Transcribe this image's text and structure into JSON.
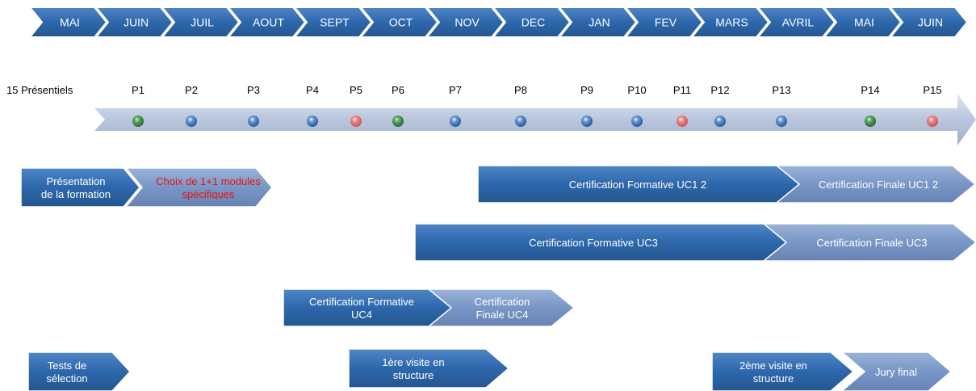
{
  "months": [
    "MAI",
    "JUIN",
    "JUIL",
    "AOUT",
    "SEPT",
    "OCT",
    "NOV",
    "DEC",
    "JAN",
    "FEV",
    "MARS",
    "AVRIL",
    "MAI",
    "JUIN"
  ],
  "sessions_label": "15 Présentiels",
  "sessions": [
    {
      "label": "P1",
      "color": "green"
    },
    {
      "label": "P2",
      "color": "blue"
    },
    {
      "label": "P3",
      "color": "blue"
    },
    {
      "label": "P4",
      "color": "blue"
    },
    {
      "label": "P5",
      "color": "red"
    },
    {
      "label": "P6",
      "color": "green"
    },
    {
      "label": "P7",
      "color": "blue"
    },
    {
      "label": "P8",
      "color": "blue"
    },
    {
      "label": "P9",
      "color": "blue"
    },
    {
      "label": "P10",
      "color": "blue"
    },
    {
      "label": "P11",
      "color": "red"
    },
    {
      "label": "P12",
      "color": "blue"
    },
    {
      "label": "P13",
      "color": "blue"
    },
    {
      "label": "P14",
      "color": "green"
    },
    {
      "label": "P15",
      "color": "red"
    }
  ],
  "bars": [
    {
      "key": "presentation",
      "lines": [
        "Présentation",
        "de la formation"
      ],
      "variant": "dark",
      "shape": "arrow"
    },
    {
      "key": "choix",
      "lines": [
        "Choix de 1+1 modules",
        "spécifiques"
      ],
      "variant": "light",
      "shape": "chevron",
      "text_color": "#ee1111"
    },
    {
      "key": "cert-form-uc12",
      "lines": [
        "Certification Formative UC1 2"
      ],
      "variant": "dark",
      "shape": "arrow"
    },
    {
      "key": "cert-fin-uc12",
      "lines": [
        "Certification Finale UC1 2"
      ],
      "variant": "light",
      "shape": "chevron"
    },
    {
      "key": "cert-form-uc3",
      "lines": [
        "Certification Formative UC3"
      ],
      "variant": "dark",
      "shape": "arrow"
    },
    {
      "key": "cert-fin-uc3",
      "lines": [
        "Certification Finale UC3"
      ],
      "variant": "light",
      "shape": "chevron"
    },
    {
      "key": "cert-form-uc4",
      "lines": [
        "Certification Formative",
        "UC4"
      ],
      "variant": "dark",
      "shape": "arrow"
    },
    {
      "key": "cert-fin-uc4",
      "lines": [
        "Certification",
        "Finale UC4"
      ],
      "variant": "light",
      "shape": "chevron"
    },
    {
      "key": "tests",
      "lines": [
        "Tests de",
        "sélection"
      ],
      "variant": "dark",
      "shape": "arrow"
    },
    {
      "key": "visite1",
      "lines": [
        "1ère visite en",
        "structure"
      ],
      "variant": "dark",
      "shape": "arrow"
    },
    {
      "key": "visite2",
      "lines": [
        "2ème visite en",
        "structure"
      ],
      "variant": "dark",
      "shape": "arrow"
    },
    {
      "key": "jury",
      "lines": [
        "Jury final"
      ],
      "variant": "light",
      "shape": "chevron"
    }
  ],
  "colors": {
    "chevron_dark": "#2f6aaa",
    "chevron_light": "#7c9ccb",
    "timeline": "#b9c6dd",
    "dot_blue": "#2a5ea9",
    "dot_green": "#2f7a3a",
    "dot_red": "#d8595c"
  }
}
